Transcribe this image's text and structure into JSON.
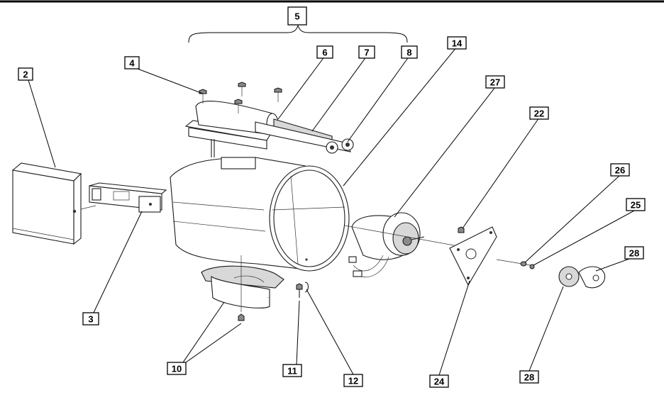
{
  "callouts": {
    "c5": "5",
    "c2": "2",
    "c3": "3",
    "c4": "4",
    "c6": "6",
    "c7": "7",
    "c8": "8",
    "c14": "14",
    "c27": "27",
    "c22": "22",
    "c26": "26",
    "c25": "25",
    "c28a": "28",
    "c28b": "28",
    "c10": "10",
    "c11": "11",
    "c12": "12",
    "c24": "24"
  }
}
